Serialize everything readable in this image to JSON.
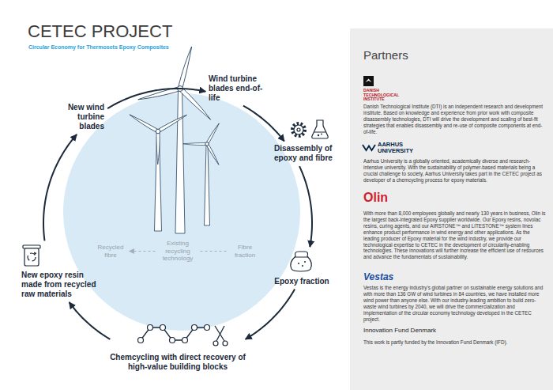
{
  "diagram": {
    "title": "CETEC PROJECT",
    "nodes": [
      {
        "text": [
          "New wind turbine blades"
        ]
      },
      {
        "text": [
          "Wind turbine blades end-of-life"
        ]
      },
      {
        "text": [
          "Disassembly of epoxy and fibre"
        ]
      },
      {
        "text": [
          "Epoxy fraction"
        ]
      },
      {
        "text": [
          "Chemcycling with direct recovery of high-value building blocks"
        ]
      },
      {
        "text": [
          "New epoxy resin made from recycled raw materials"
        ]
      },
      {
        "text": [
          "Recycled fibre"
        ]
      },
      {
        "text": [
          "Fibre fraction"
        ]
      },
      {
        "text": [
          "Partners",
          "DANISH TECHNOLOGICAL INSTITUTE",
          "Danish Technological Institute (DTI) is an independent research and development institute. Based on knowledge and experience from prior work with composite disassembly technologies, DTI will drive the development and scaling of best-fit strategies that enables disassembly and re-use of composite components at end-of-life.",
          "AARHUS UNIVERSITY",
          "Aarhus University is a globally oriented, academically diverse and research-intensive university. With the sustainability of polymer-based materials being a crucial challenge to society, Aarhus University takes part in the CETEC project as developer of a chemcycling process for epoxy materials.",
          "Olin",
          "With more than 8,000 employees globally and nearly 130 years in business, Olin is the largest back-integrated Epoxy supplier worldwide. Our Epoxy resins, novolac resins, curing agents, and our AIRSTONE™ and LITESTONE™ system lines enhance product performance in wind energy and other applications. As the leading producer of Epoxy material for the wind industry, we provide our technological expertise to CETEC in the development of circularity-enabling technologies. These innovations will further increase the efficient use of resources and advance the fundamentals of sustainability.",
          "Vestas",
          "Vestas is the energy industry's global partner on sustainable energy solutions and with more than 136 GW of wind turbines in 84 countries, we have installed more wind power than anyone else. With our industry-leading ambition to build zero-waste wind turbines by 2040, we will drive the commercialization and implementation of the circular economy technology developed in the CETEC project.",
          "Innovation Fund Denmark",
          "This work is partly funded by the Innovation Fund Denmark (IFD)."
        ]
      }
    ],
    "edges": [
      {
        "from": 0,
        "to": 1,
        "arrow": "to"
      },
      {
        "from": 1,
        "to": 2,
        "arrow": "to"
      },
      {
        "from": 2,
        "to": 3,
        "arrow": "to"
      },
      {
        "from": 3,
        "to": 4,
        "arrow": "to"
      },
      {
        "from": 4,
        "to": 5,
        "arrow": "to"
      },
      {
        "from": 5,
        "to": 0,
        "arrow": "to"
      },
      {
        "from": 7,
        "to": 6,
        "label": "Existing recycling technology",
        "arrow": "to"
      }
    ],
    "labels": [
      "Circular Economy for Thermosets Epoxy Composites"
    ]
  }
}
